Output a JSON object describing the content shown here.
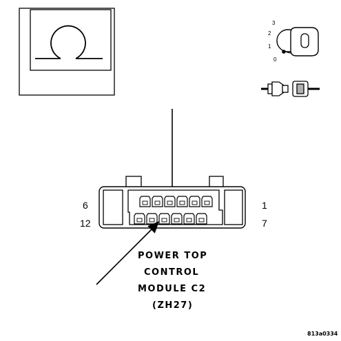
{
  "meter": {
    "symbol": "Ω",
    "icon": "ohmmeter-omega-icon"
  },
  "ignition": {
    "icon": "ignition-key-icon",
    "positions": [
      "3",
      "2",
      "1",
      "0"
    ]
  },
  "disconnect": {
    "icon": "connector-disconnected-icon"
  },
  "connector": {
    "pin_label_top_left": "6",
    "pin_label_bottom_left": "12",
    "pin_label_top_right": "1",
    "pin_label_bottom_right": "7",
    "top_row_pins": 6,
    "bottom_row_pins": 6
  },
  "caption": {
    "line1": "POWER TOP",
    "line2": "CONTROL",
    "line3": "MODULE C2",
    "line4": "(ZH27)"
  },
  "figure_id": "813a0334",
  "colors": {
    "ink": "#000000",
    "paper": "#ffffff",
    "shadow": "#b0b0b0"
  }
}
